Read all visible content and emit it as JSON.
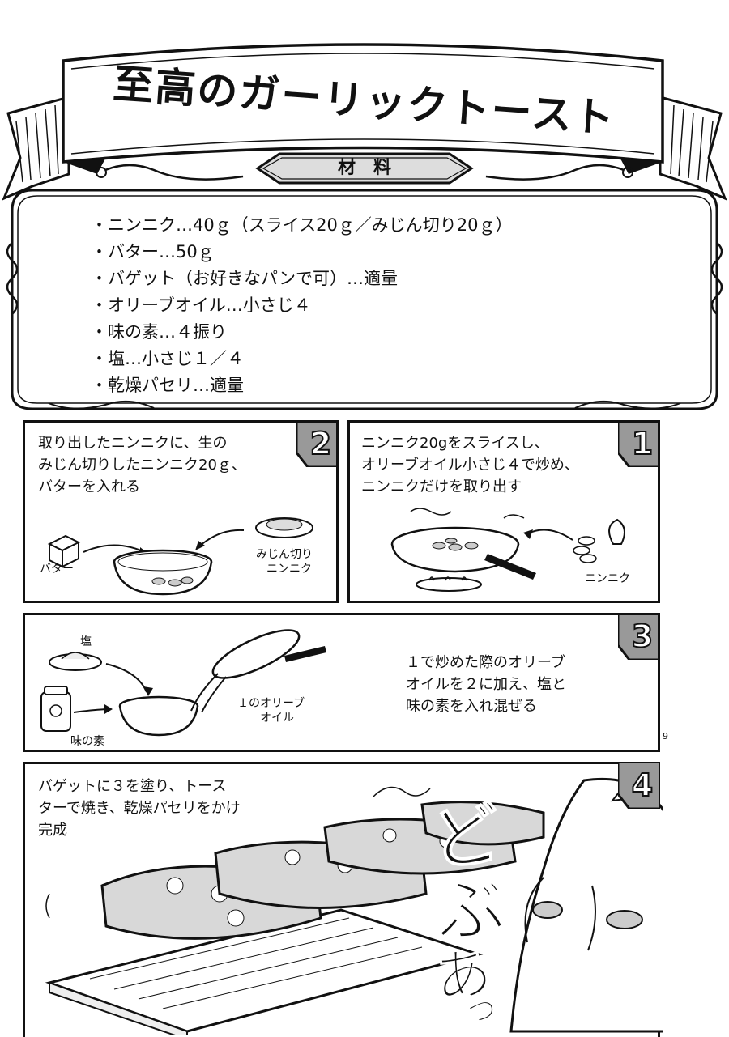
{
  "title": "至高のガーリックトースト",
  "ingredients": {
    "heading": "材　料",
    "items": [
      "・ニンニク…40ｇ（スライス20ｇ／みじん切り20ｇ）",
      "・バター…50ｇ",
      "・バゲット（お好きなパンで可）…適量",
      "・オリーブオイル…小さじ４",
      "・味の素…４振り",
      "・塩…小さじ１／４",
      "・乾燥パセリ…適量"
    ]
  },
  "steps": [
    {
      "number": "1",
      "text": "ニンニク20gをスライスし、\nオリーブオイル小さじ４で炒め、\nニンニクだけを取り出す",
      "labels": {
        "garlic": "ニンニク"
      }
    },
    {
      "number": "2",
      "text": "取り出したニンニクに、生の\nみじん切りしたニンニク20ｇ、\nバターを入れる",
      "labels": {
        "butter": "バター",
        "minced_line1": "みじん切り",
        "minced_line2": "ニンニク"
      }
    },
    {
      "number": "3",
      "text": "１で炒めた際のオリーブ\nオイルを２に加え、塩と\n味の素を入れ混ぜる",
      "labels": {
        "salt": "塩",
        "ajinomoto": "味の素",
        "oil_line1": "１のオリーブ",
        "oil_line2": "オイル"
      }
    },
    {
      "number": "4",
      "text": "バゲットに３を塗り、トース\nターで焼き、乾燥パセリをかけ\n完成"
    }
  ],
  "page_number": "9",
  "sound_effect": [
    "ど",
    "ぶ",
    "あ",
    "っ"
  ]
}
